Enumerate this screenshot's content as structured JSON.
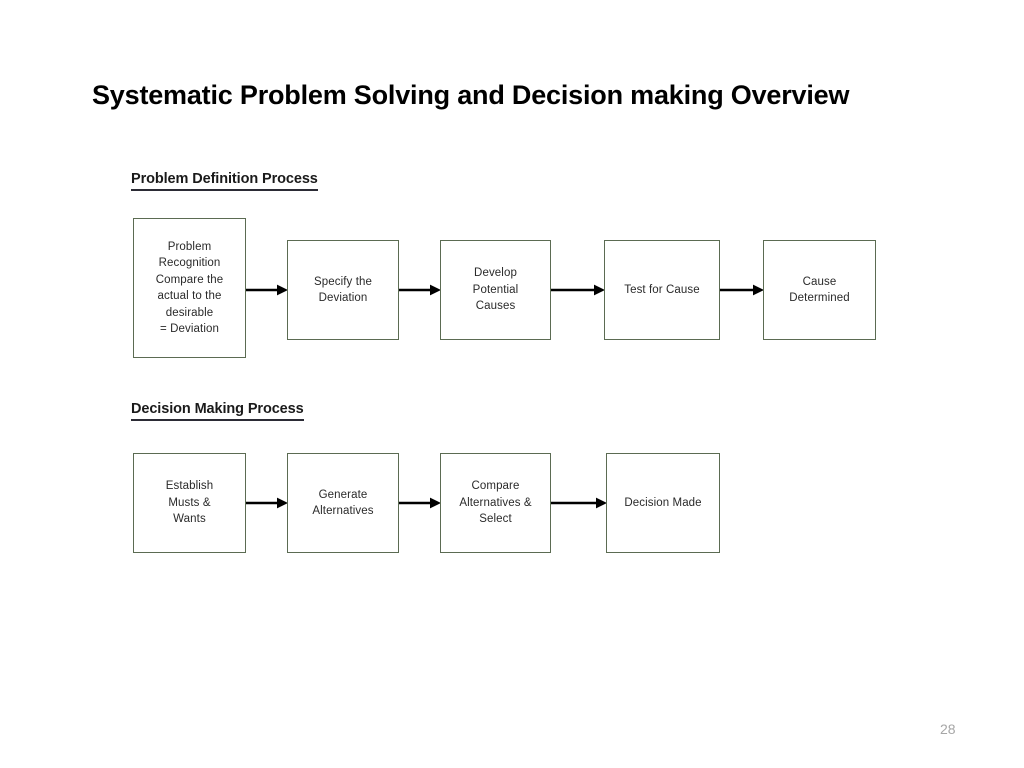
{
  "slide": {
    "title": "Systematic Problem Solving and Decision making Overview",
    "page_number": "28",
    "background_color": "#ffffff",
    "title_color": "#000000",
    "page_number_color": "#a6a6a6"
  },
  "diagram": {
    "type": "flowchart",
    "box_border_color": "#5b6b52",
    "box_fill_color": "#ffffff",
    "arrow_color": "#000000",
    "heading_underline_color": "#2b2b35",
    "sections": [
      {
        "heading": "Problem Definition Process",
        "steps": [
          {
            "label": "Problem\nRecognition\nCompare the\nactual to the\ndesirable\n= Deviation"
          },
          {
            "label": "Specify the\nDeviation"
          },
          {
            "label": "Develop\nPotential\nCauses"
          },
          {
            "label": "Test for Cause"
          },
          {
            "label": "Cause\nDetermined"
          }
        ],
        "arrows": [
          {
            "from": "Problem Recognition",
            "to": "Specify the Deviation"
          },
          {
            "from": "Specify the Deviation",
            "to": "Develop Potential Causes"
          },
          {
            "from": "Develop Potential Causes",
            "to": "Test for Cause"
          },
          {
            "from": "Test for Cause",
            "to": "Cause Determined"
          }
        ]
      },
      {
        "heading": "Decision Making Process",
        "steps": [
          {
            "label": "Establish\nMusts &\nWants"
          },
          {
            "label": "Generate\nAlternatives"
          },
          {
            "label": "Compare\nAlternatives &\nSelect"
          },
          {
            "label": "Decision Made"
          }
        ],
        "arrows": [
          {
            "from": "Establish Musts & Wants",
            "to": "Generate Alternatives"
          },
          {
            "from": "Generate Alternatives",
            "to": "Compare Alternatives & Select"
          },
          {
            "from": "Compare Alternatives & Select",
            "to": "Decision Made"
          }
        ]
      }
    ]
  }
}
